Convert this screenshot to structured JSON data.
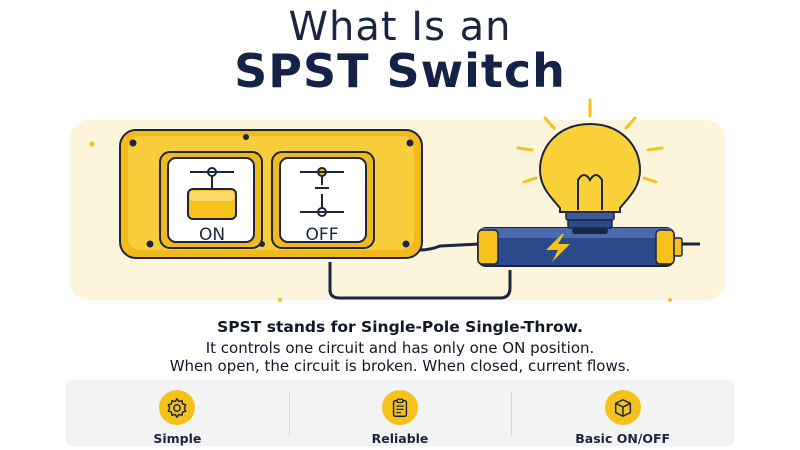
{
  "title": {
    "line1": "What Is an",
    "line2": "SPST Switch"
  },
  "switches": {
    "on_label": "ON",
    "off_label": "OFF"
  },
  "caption": {
    "bold": "SPST stands for Single-Pole Single-Throw.",
    "line1": "It controls one circuit and has only one ON position.",
    "line2": "When open, the circuit is broken. When closed, current flows."
  },
  "features": [
    {
      "label": "Simple",
      "icon": "gear-icon"
    },
    {
      "label": "Reliable",
      "icon": "clipboard-icon"
    },
    {
      "label": "Basic ON/OFF",
      "icon": "cube-icon"
    }
  ],
  "colors": {
    "accent_yellow": "#f5c21b",
    "navy": "#1b2540",
    "battery_blue": "#2b4a8c"
  }
}
